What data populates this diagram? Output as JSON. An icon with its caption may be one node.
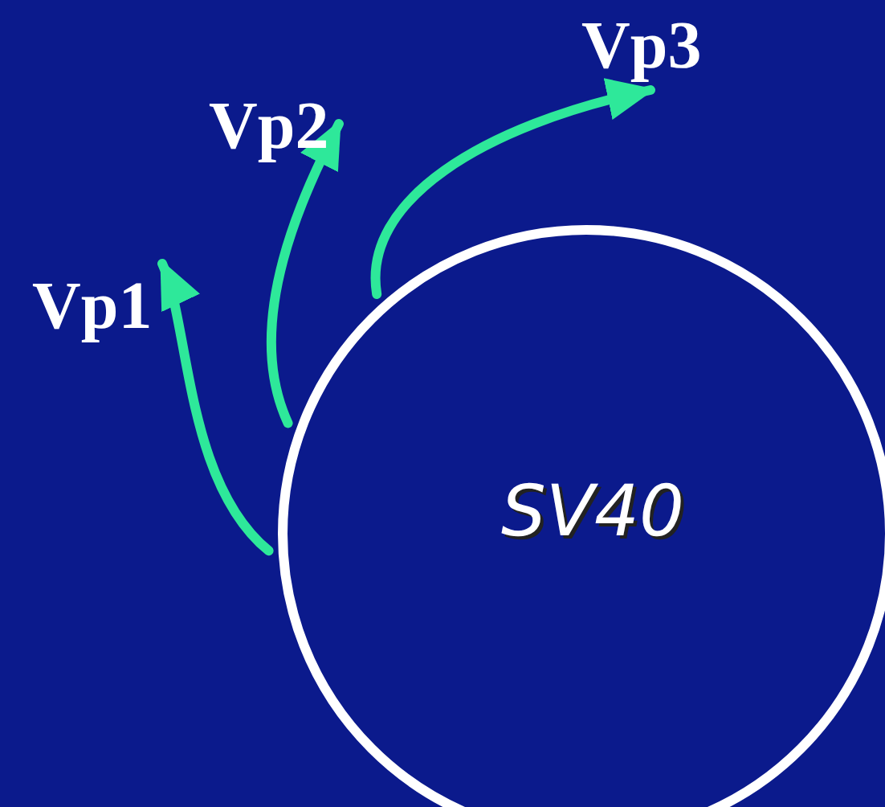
{
  "diagram": {
    "nodes": [
      {
        "text": [
          "SV40"
        ]
      },
      {
        "text": [
          "Vp3"
        ]
      },
      {
        "text": [
          "Vp2"
        ]
      },
      {
        "text": [
          "Vp1"
        ]
      }
    ],
    "edges": [
      {
        "from": 0,
        "to": 1,
        "arrow": "to"
      },
      {
        "from": 0,
        "to": 2,
        "arrow": "to"
      },
      {
        "from": 0,
        "to": 3,
        "arrow": "to"
      }
    ]
  }
}
